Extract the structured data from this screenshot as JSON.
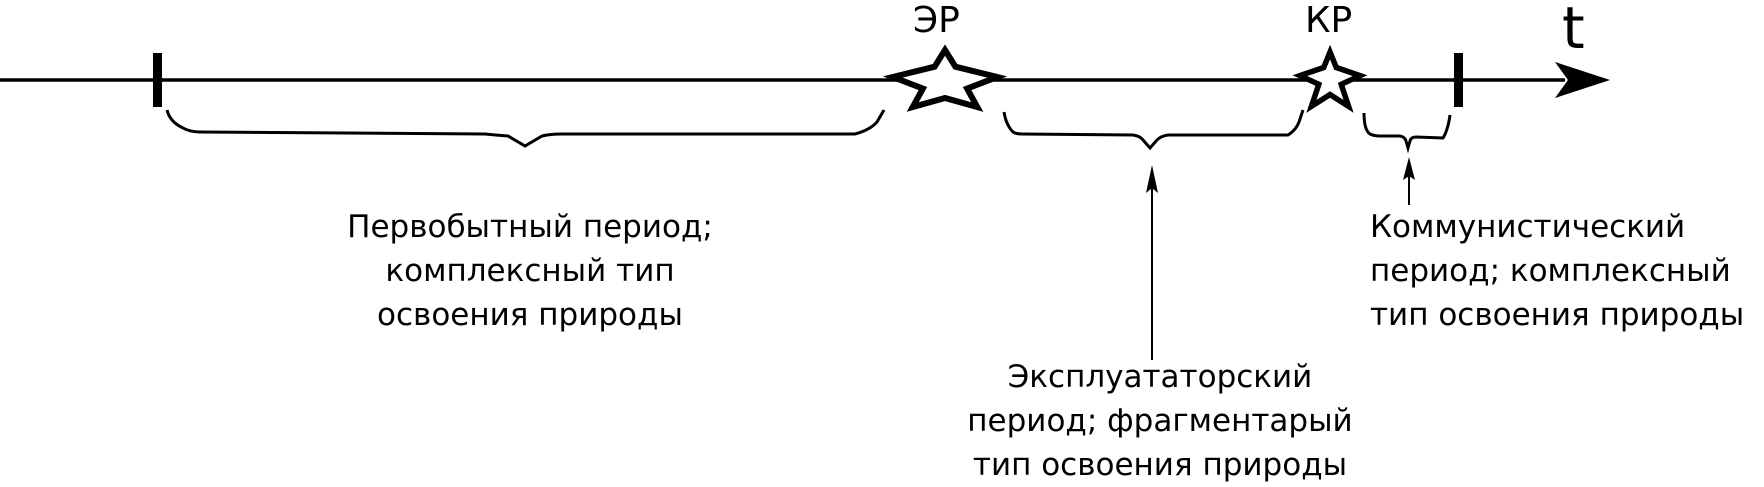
{
  "axis": {
    "label": "t"
  },
  "markers": {
    "er": {
      "label": "ЭР"
    },
    "kr": {
      "label": "КР"
    }
  },
  "periods": {
    "primitive": {
      "lines": [
        "Первобытный период;",
        "комплексный тип",
        "освоения природы"
      ]
    },
    "exploitative": {
      "lines": [
        "Эксплуататорский",
        "период; фрагментарый",
        "тип освоения природы"
      ]
    },
    "communist": {
      "lines": [
        "Коммунистический",
        "период; комплексный",
        "тип освоения природы"
      ]
    }
  },
  "colors": {
    "ink": "#000000",
    "background": "#ffffff"
  }
}
